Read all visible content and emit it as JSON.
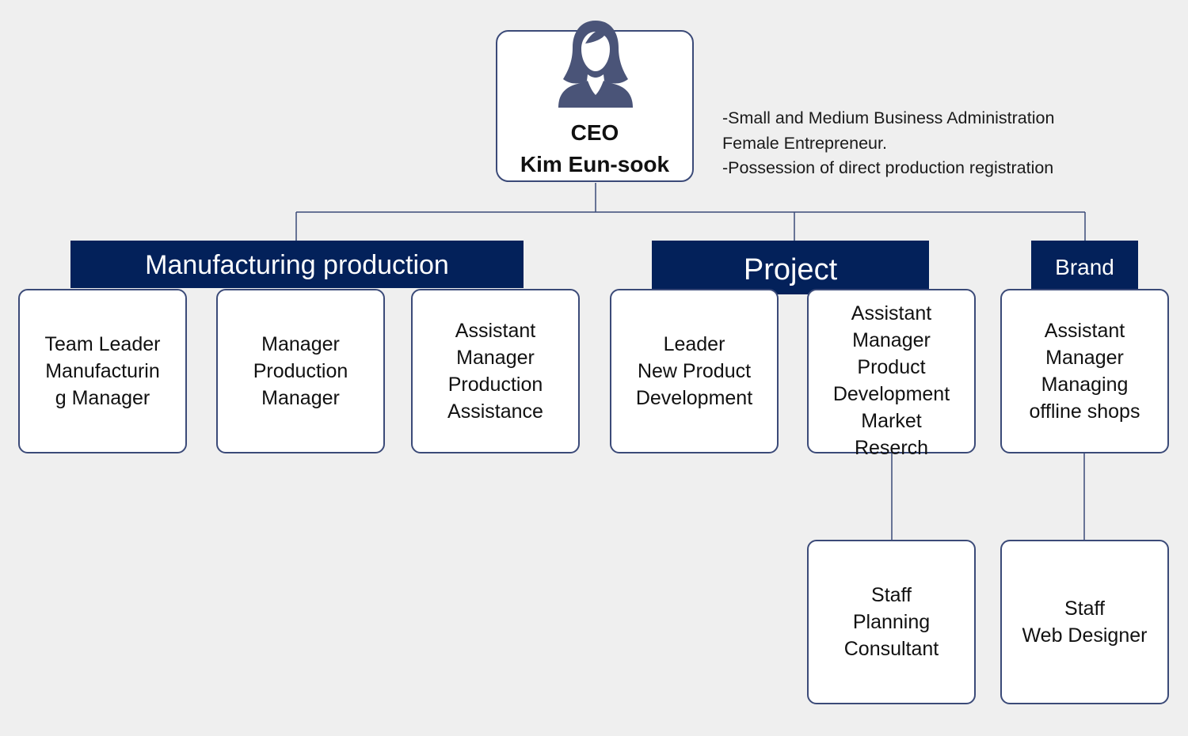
{
  "colors": {
    "banner": "#03215a",
    "border": "#3b4a78",
    "background": "#efefef",
    "avatar": "#4a5478"
  },
  "ceo": {
    "icon": "female-person-icon",
    "title": "CEO",
    "name": "Kim Eun-sook"
  },
  "notes": [
    "-Small and Medium Business Administration",
    "Female Entrepreneur.",
    "-Possession of direct production registration"
  ],
  "departments": [
    {
      "name": "Manufacturing production",
      "members": [
        {
          "lines": [
            "Team Leader",
            "Manufacturin",
            "g Manager"
          ]
        },
        {
          "lines": [
            "Manager",
            "Production",
            "Manager"
          ]
        },
        {
          "lines": [
            "Assistant",
            "Manager",
            "Production",
            "Assistance"
          ]
        }
      ]
    },
    {
      "name": "Project",
      "members": [
        {
          "lines": [
            "Leader",
            "New Product",
            "Development"
          ]
        },
        {
          "lines": [
            "Assistant",
            "Manager",
            "Product",
            "Development",
            "Market",
            "Reserch"
          ]
        },
        {
          "lines": [
            "Staff",
            "Planning",
            "Consultant"
          ]
        }
      ]
    },
    {
      "name": "Brand",
      "members": [
        {
          "lines": [
            "Assistant",
            "Manager",
            "Managing",
            "offline shops"
          ]
        },
        {
          "lines": [
            "Staff",
            "Web Designer"
          ]
        }
      ]
    }
  ]
}
